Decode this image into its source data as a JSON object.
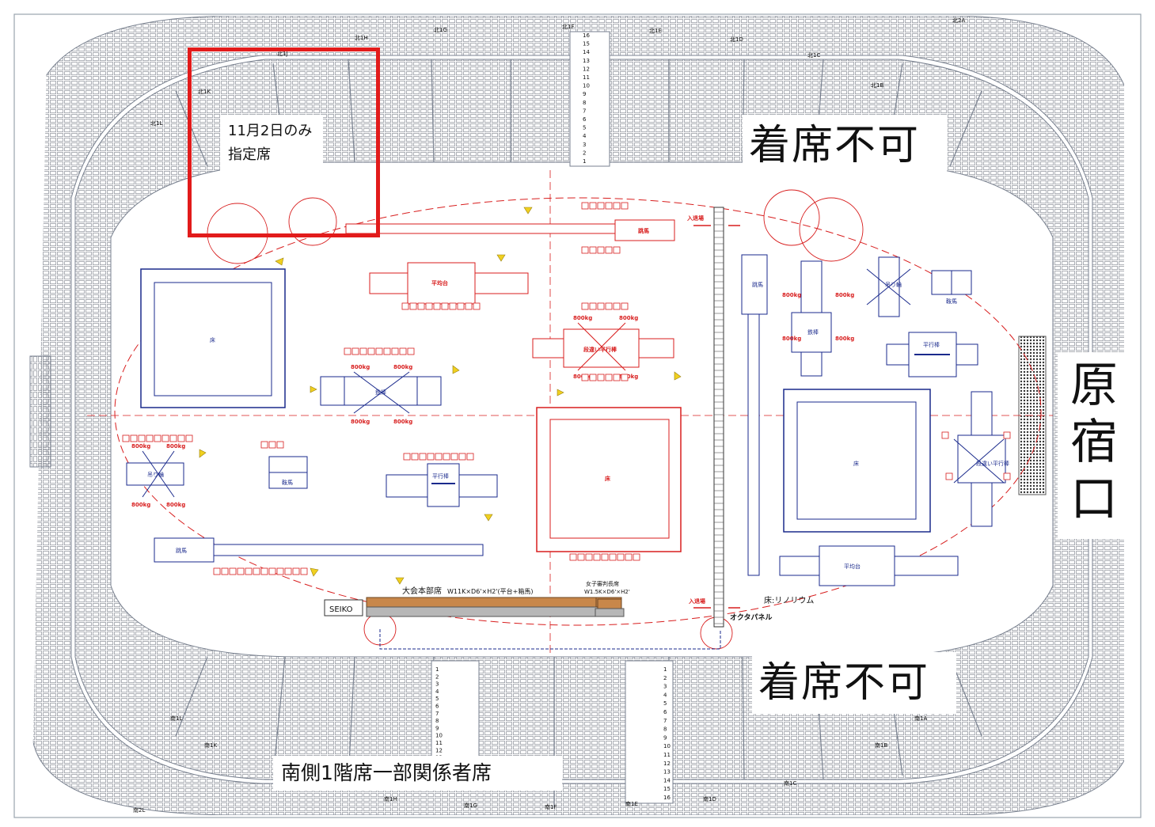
{
  "overlays": {
    "north_no_seat": "着席不可",
    "south_no_seat": "着席不可",
    "gate": [
      "原",
      "宿",
      "口"
    ],
    "south_first_floor": "南側1階席一部関係者席",
    "reserved_line1": "11月2日のみ",
    "reserved_line2": "指定席"
  },
  "blocks_north": [
    "北1L",
    "北1K",
    "北1J",
    "北1H",
    "北1G",
    "北1F",
    "北1E",
    "北1D",
    "北1C",
    "北1B",
    "北2A"
  ],
  "blocks_south": [
    "南1L",
    "南1K",
    "南2L",
    "南1H",
    "南1G",
    "南1F",
    "南1E",
    "南1D",
    "南1C",
    "南1B",
    "南1A"
  ],
  "row_numbers": [
    "16",
    "15",
    "14",
    "13",
    "12",
    "11",
    "10",
    "9",
    "8",
    "7",
    "6",
    "5",
    "4",
    "3",
    "2",
    "1"
  ],
  "apparatus": {
    "floor": "床",
    "vault": "跳馬",
    "balance_beam": "平均台",
    "horizontal_bar": "鉄棒",
    "uneven_bars": "段違い平行棒",
    "rings": "吊り輪",
    "pommel": "鞍馬",
    "parallel_bars": "平行棒",
    "weight": "800kg"
  },
  "labels": {
    "hq": "大会本部席",
    "hq_dims": "W11K×D6'×H2'(平台+箱馬)",
    "women_judge": "女子審判長席",
    "women_judge_dims": "W1.5K×D6'×H2'",
    "seiko": "SEIKO",
    "entrance": "入退場",
    "floor_material": "床:リノリウム",
    "panel": "オクタパネル"
  },
  "colors": {
    "seat_line": "#7a8290",
    "apparatus_blue": "#1a2a8c",
    "apparatus_red": "#d81e1e",
    "highlight_red": "#e21b1b"
  }
}
